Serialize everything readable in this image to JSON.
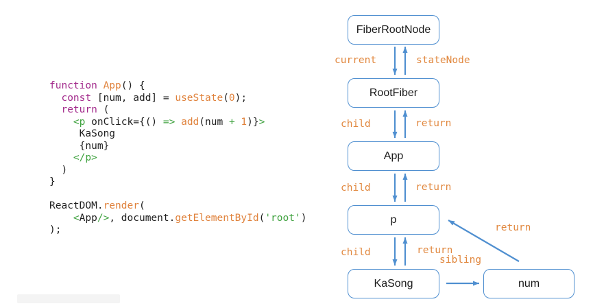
{
  "colors": {
    "blue": "#4f8fd0",
    "orange": "#e1883f",
    "code_keyword": "#a2298b",
    "code_function": "#e0823c",
    "code_green": "#3fa23f",
    "code_plain": "#1f1f1f"
  },
  "diagram": {
    "nodes": [
      {
        "label": "FiberRootNode"
      },
      {
        "label": "RootFiber"
      },
      {
        "label": "App"
      },
      {
        "label": "p"
      },
      {
        "label": "KaSong"
      },
      {
        "label": "num"
      }
    ],
    "labels": [
      "current",
      "stateNode",
      "child",
      "return",
      "child",
      "return",
      "child",
      "return",
      "sibling",
      "return"
    ]
  },
  "code": {
    "lines": [
      [
        {
          "t": "function ",
          "c": "kw"
        },
        {
          "t": "App",
          "c": "fn"
        },
        {
          "t": "() {",
          "c": "pl"
        }
      ],
      [
        {
          "t": "  ",
          "c": "pl"
        },
        {
          "t": "const",
          "c": "kw"
        },
        {
          "t": " [num, add] = ",
          "c": "pl"
        },
        {
          "t": "useState",
          "c": "fn"
        },
        {
          "t": "(",
          "c": "pl"
        },
        {
          "t": "0",
          "c": "fn"
        },
        {
          "t": ");",
          "c": "pl"
        }
      ],
      [
        {
          "t": "  ",
          "c": "pl"
        },
        {
          "t": "return",
          "c": "kw"
        },
        {
          "t": " (",
          "c": "pl"
        }
      ],
      [
        {
          "t": "    ",
          "c": "pl"
        },
        {
          "t": "<p",
          "c": "gr"
        },
        {
          "t": " onClick={() ",
          "c": "pl"
        },
        {
          "t": "=>",
          "c": "gr"
        },
        {
          "t": " ",
          "c": "pl"
        },
        {
          "t": "add",
          "c": "fn"
        },
        {
          "t": "(num ",
          "c": "pl"
        },
        {
          "t": "+",
          "c": "gr"
        },
        {
          "t": " ",
          "c": "pl"
        },
        {
          "t": "1",
          "c": "fn"
        },
        {
          "t": ")}",
          "c": "pl"
        },
        {
          "t": ">",
          "c": "gr"
        }
      ],
      [
        {
          "t": "     KaSong",
          "c": "pl"
        }
      ],
      [
        {
          "t": "     {num}",
          "c": "pl"
        }
      ],
      [
        {
          "t": "    ",
          "c": "pl"
        },
        {
          "t": "</p>",
          "c": "gr"
        }
      ],
      [
        {
          "t": "  )",
          "c": "pl"
        }
      ],
      [
        {
          "t": "}",
          "c": "pl"
        }
      ],
      [],
      [
        {
          "t": "ReactDOM.",
          "c": "pl"
        },
        {
          "t": "render",
          "c": "fn"
        },
        {
          "t": "(",
          "c": "pl"
        }
      ],
      [
        {
          "t": "    ",
          "c": "pl"
        },
        {
          "t": "<",
          "c": "gr"
        },
        {
          "t": "App",
          "c": "pl"
        },
        {
          "t": "/>",
          "c": "gr"
        },
        {
          "t": ", document.",
          "c": "pl"
        },
        {
          "t": "getElementById",
          "c": "fn"
        },
        {
          "t": "(",
          "c": "pl"
        },
        {
          "t": "'root'",
          "c": "gr"
        },
        {
          "t": ")",
          "c": "pl"
        }
      ],
      [
        {
          "t": ");",
          "c": "pl"
        }
      ]
    ]
  }
}
